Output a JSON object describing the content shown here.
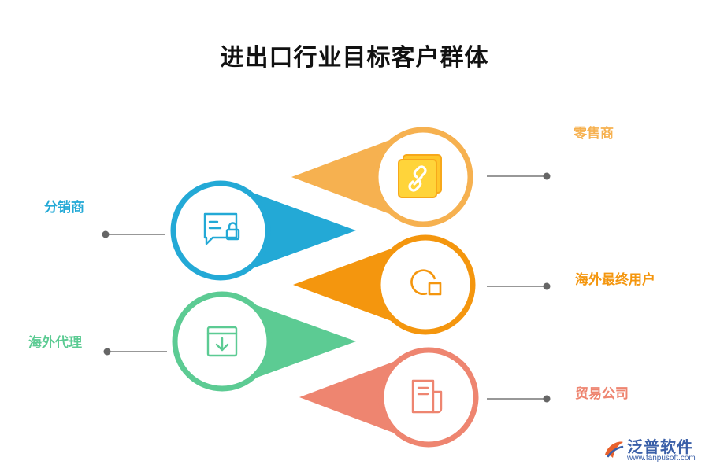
{
  "title": "进出口行业目标客户群体",
  "segments": [
    {
      "label": "零售商",
      "color": "#F6B150",
      "icon": "chain-link-icon",
      "side": "right"
    },
    {
      "label": "分销商",
      "color": "#23A9D6",
      "icon": "chat-lock-icon",
      "side": "left"
    },
    {
      "label": "海外最终用户",
      "color": "#F4960E",
      "icon": "chart-square-icon",
      "side": "right"
    },
    {
      "label": "海外代理",
      "color": "#5CCB93",
      "icon": "download-box-icon",
      "side": "left"
    },
    {
      "label": "贸易公司",
      "color": "#EE8570",
      "icon": "document-icon",
      "side": "right"
    }
  ],
  "watermark": {
    "name": "泛普软件",
    "url": "www.fanpusoft.com"
  }
}
